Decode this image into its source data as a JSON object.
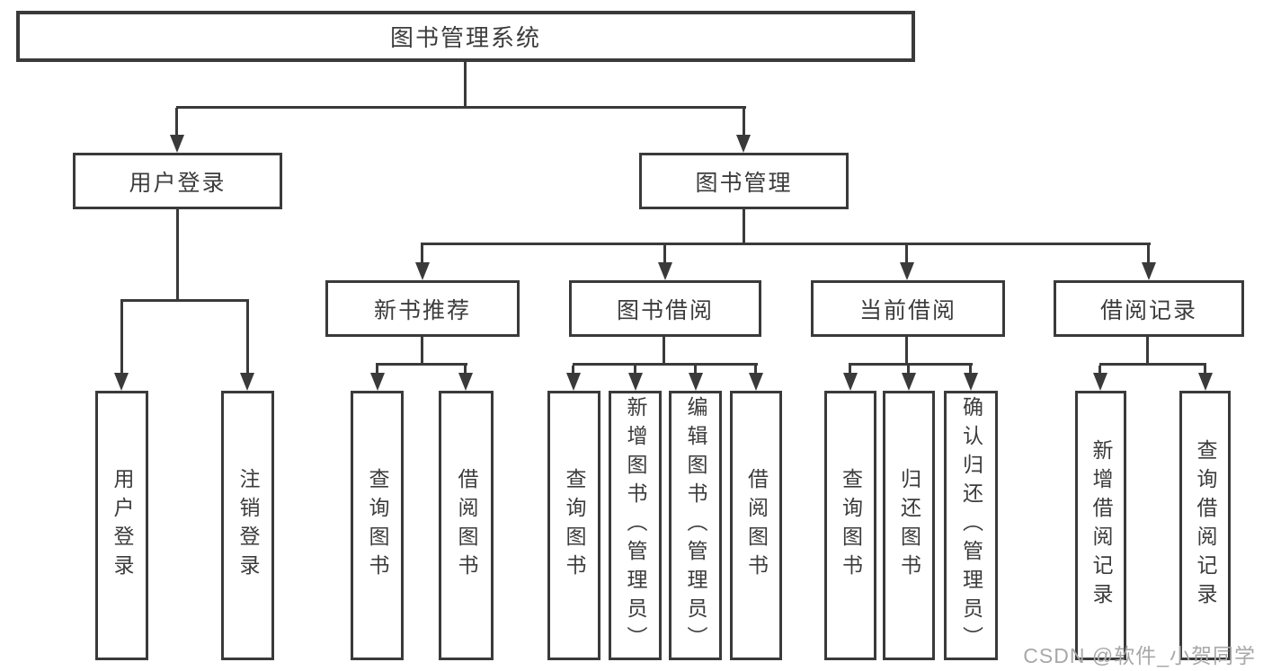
{
  "diagram": {
    "type": "tree",
    "title": "图书管理系统",
    "colors": {
      "line": "#3a3a3a",
      "text": "#3c3c3c",
      "watermark": "#a8a8a8",
      "background": "#ffffff"
    }
  },
  "watermark": {
    "text": "CSDN @软件_小贺同学"
  },
  "nodes": {
    "root": {
      "label": "图书管理系统"
    },
    "user_login": {
      "label": "用户登录"
    },
    "book_mgmt": {
      "label": "图书管理"
    },
    "new_book_rec": {
      "label": "新书推荐"
    },
    "book_borrow": {
      "label": "图书借阅"
    },
    "current_borrow": {
      "label": "当前借阅"
    },
    "borrow_records": {
      "label": "借阅记录"
    },
    "leaves": {
      "user_login": {
        "label": "用户登录"
      },
      "logout": {
        "label": "注销登录"
      },
      "query_book_rec": {
        "label": "查询图书"
      },
      "borrow_book_rec": {
        "label": "借阅图书"
      },
      "query_book_borrow": {
        "label": "查询图书"
      },
      "add_book_admin": {
        "label": "新增图书（管理员）"
      },
      "edit_book_admin": {
        "label": "编辑图书（管理员）"
      },
      "borrow_book_borrow": {
        "label": "借阅图书"
      },
      "query_book_current": {
        "label": "查询图书"
      },
      "return_book": {
        "label": "归还图书"
      },
      "confirm_return_admin": {
        "label": "确认归还（管理员）"
      },
      "add_borrow_record": {
        "label": "新增借阅记录"
      },
      "query_borrow_record": {
        "label": "查询借阅记录"
      }
    }
  }
}
